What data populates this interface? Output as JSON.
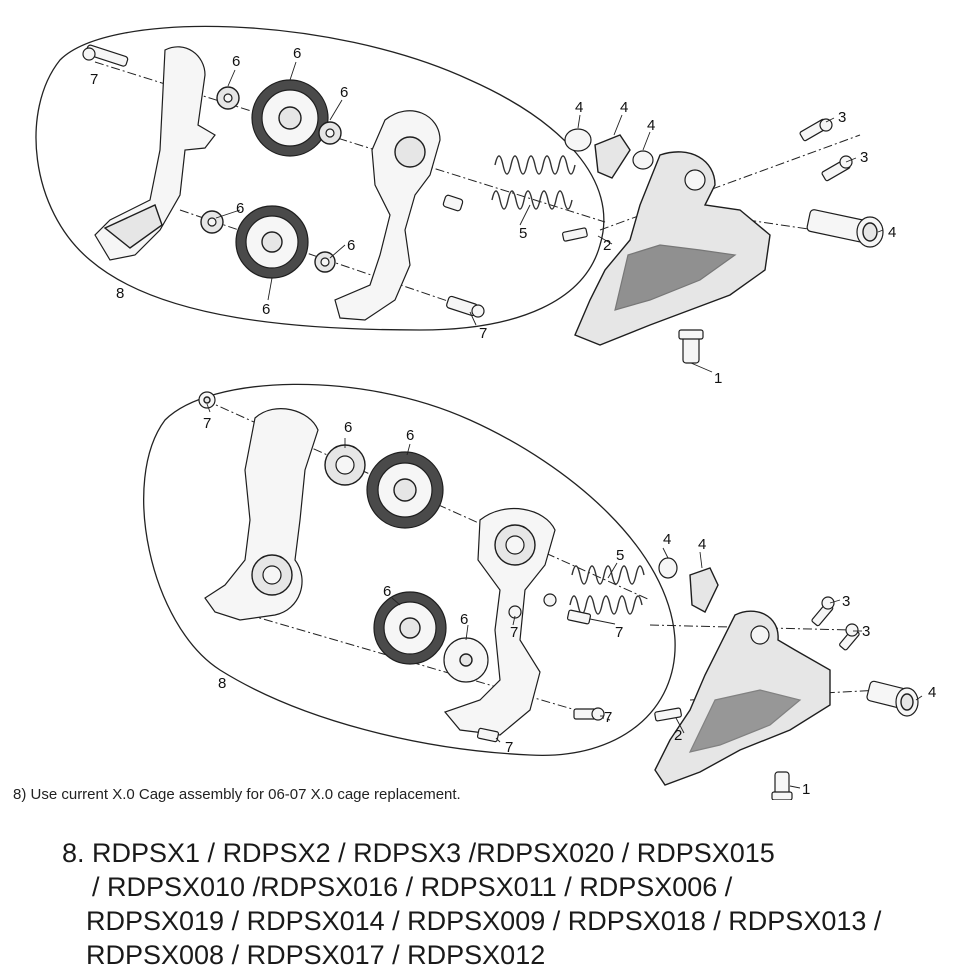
{
  "labels": {
    "top": [
      {
        "id": "t7a",
        "text": "7"
      },
      {
        "id": "t6a",
        "text": "6"
      },
      {
        "id": "t6b",
        "text": "6"
      },
      {
        "id": "t6c",
        "text": "6"
      },
      {
        "id": "t4a",
        "text": "4"
      },
      {
        "id": "t4b",
        "text": "4"
      },
      {
        "id": "t4c",
        "text": "4"
      },
      {
        "id": "t3a",
        "text": "3"
      },
      {
        "id": "t3b",
        "text": "3"
      },
      {
        "id": "t5",
        "text": "5"
      },
      {
        "id": "t2",
        "text": "2"
      },
      {
        "id": "t4d",
        "text": "4"
      },
      {
        "id": "t6d",
        "text": "6"
      },
      {
        "id": "t6e",
        "text": "6"
      },
      {
        "id": "t6f",
        "text": "6"
      },
      {
        "id": "t8",
        "text": "8"
      },
      {
        "id": "t7b",
        "text": "7"
      },
      {
        "id": "t1",
        "text": "1"
      }
    ],
    "bottom": [
      {
        "id": "b7a",
        "text": "7"
      },
      {
        "id": "b6a",
        "text": "6"
      },
      {
        "id": "b6b",
        "text": "6"
      },
      {
        "id": "b4a",
        "text": "4"
      },
      {
        "id": "b4b",
        "text": "4"
      },
      {
        "id": "b5",
        "text": "5"
      },
      {
        "id": "b3a",
        "text": "3"
      },
      {
        "id": "b3b",
        "text": "3"
      },
      {
        "id": "b7b",
        "text": "7"
      },
      {
        "id": "b7c",
        "text": "7"
      },
      {
        "id": "b6c",
        "text": "6"
      },
      {
        "id": "b6d",
        "text": "6"
      },
      {
        "id": "b8",
        "text": "8"
      },
      {
        "id": "b4c",
        "text": "4"
      },
      {
        "id": "b2",
        "text": "2"
      },
      {
        "id": "b7d",
        "text": "7"
      },
      {
        "id": "b7e",
        "text": "7"
      },
      {
        "id": "b1",
        "text": "1"
      }
    ]
  },
  "footnote": "8) Use current X.0 Cage assembly for 06-07 X.0 cage replacement.",
  "part_numbers": {
    "lines": [
      "8. RDPSX1 / RDPSX2 / RDPSX3 /RDPSX020 / RDPSX015",
      "/ RDPSX010 /RDPSX016 / RDPSX011 / RDPSX006 /",
      "RDPSX019 / RDPSX014 / RDPSX009 / RDPSX018 / RDPSX013 /",
      "RDPSX008 / RDPSX017 / RDPSX012"
    ]
  }
}
